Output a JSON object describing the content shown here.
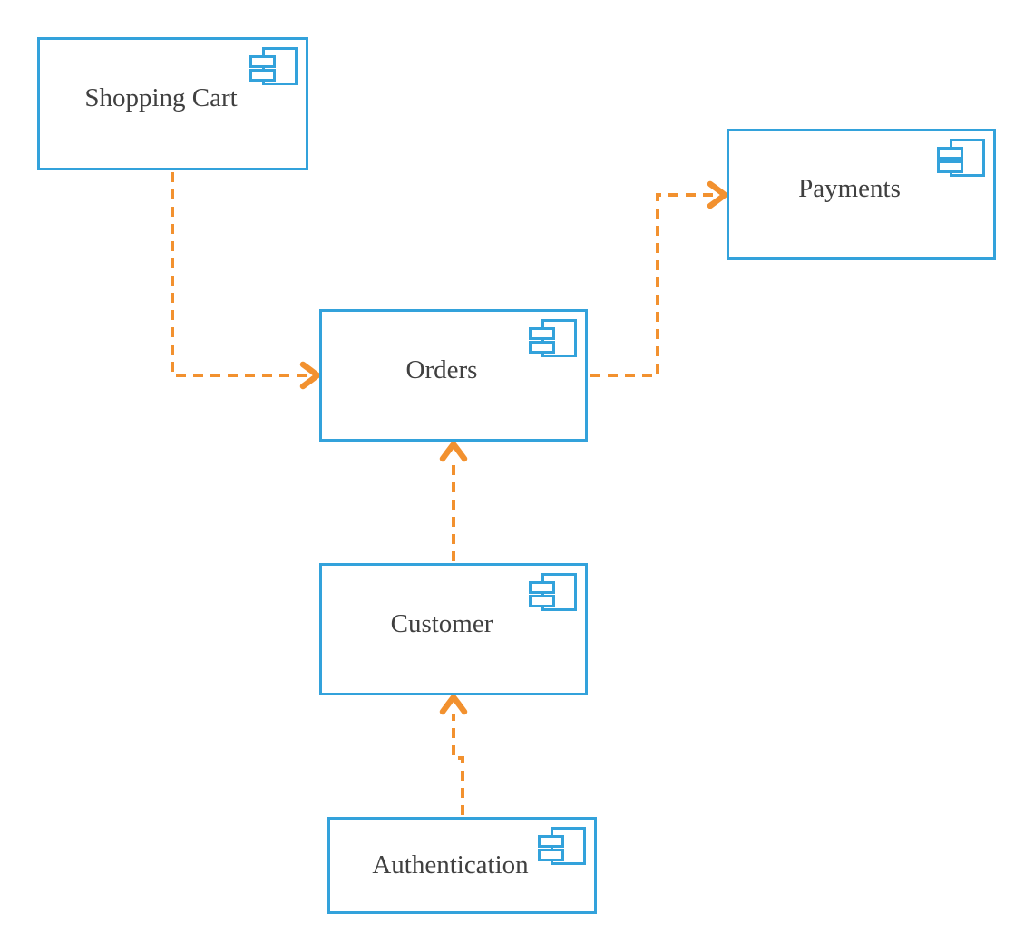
{
  "diagram": {
    "kind": "uml-component-diagram",
    "background": "#ffffff",
    "colors": {
      "node_border": "#33a2db",
      "node_fill": "#ffffff",
      "edge": "#f2912f",
      "label_text": "#404040"
    },
    "nodes": [
      {
        "label": "Shopping Cart",
        "icon": "uml-component-icon"
      },
      {
        "label": "Payments",
        "icon": "uml-component-icon"
      },
      {
        "label": "Orders",
        "icon": "uml-component-icon"
      },
      {
        "label": "Customer",
        "icon": "uml-component-icon"
      },
      {
        "label": "Authentication",
        "icon": "uml-component-icon"
      }
    ],
    "edges": [
      {
        "from": "Shopping Cart",
        "to": "Orders",
        "line": "dashed",
        "arrow": "open-chevron",
        "color": "#f2912f"
      },
      {
        "from": "Orders",
        "to": "Payments",
        "line": "dashed",
        "arrow": "open-chevron",
        "color": "#f2912f"
      },
      {
        "from": "Customer",
        "to": "Orders",
        "line": "dashed",
        "arrow": "open-chevron",
        "color": "#f2912f"
      },
      {
        "from": "Authentication",
        "to": "Customer",
        "line": "dashed",
        "arrow": "open-chevron",
        "color": "#f2912f"
      }
    ]
  }
}
